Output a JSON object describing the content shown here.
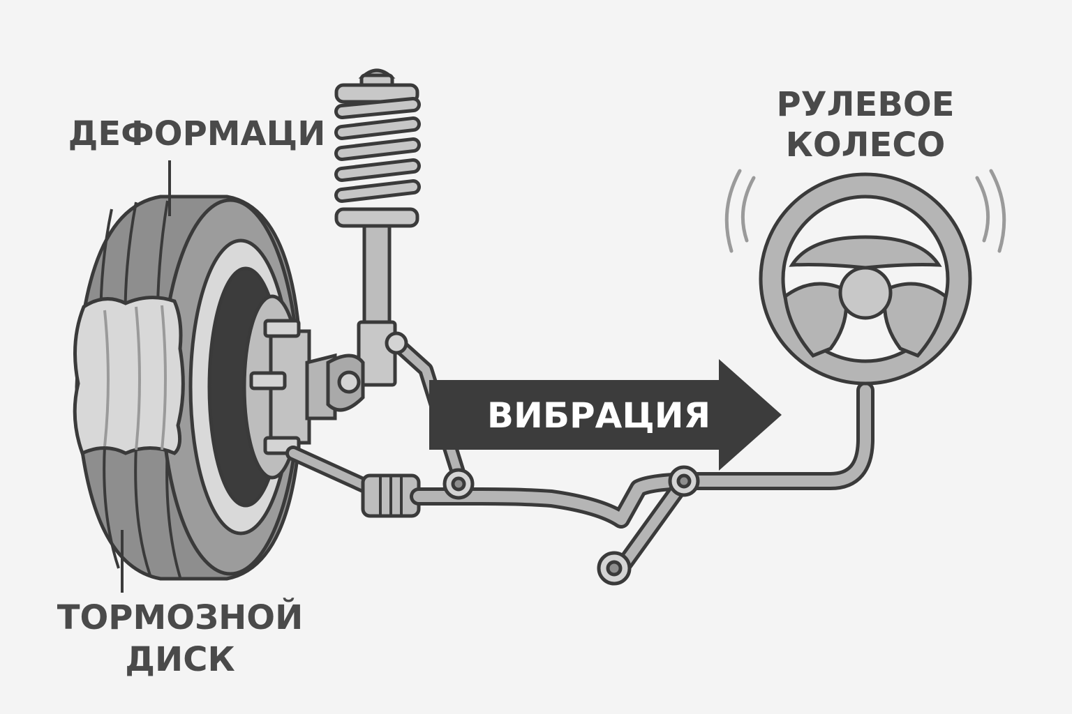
{
  "labels": {
    "deformation": "ДЕФОРМАЦИ",
    "brake_disc_line1": "ТОРМОЗНОЙ",
    "brake_disc_line2": "ДИСК",
    "steering_line1": "РУЛЕВОЕ",
    "steering_line2": "КОЛЕСО",
    "vibration": "ВИБРАЦИЯ"
  },
  "colors": {
    "background": "#f4f4f4",
    "outline": "#3a3a3a",
    "part_fill": "#a9a9a9",
    "light_fill": "#d4d4d4",
    "arrow": "#3c3c3c",
    "label": "#4a4a4a"
  }
}
